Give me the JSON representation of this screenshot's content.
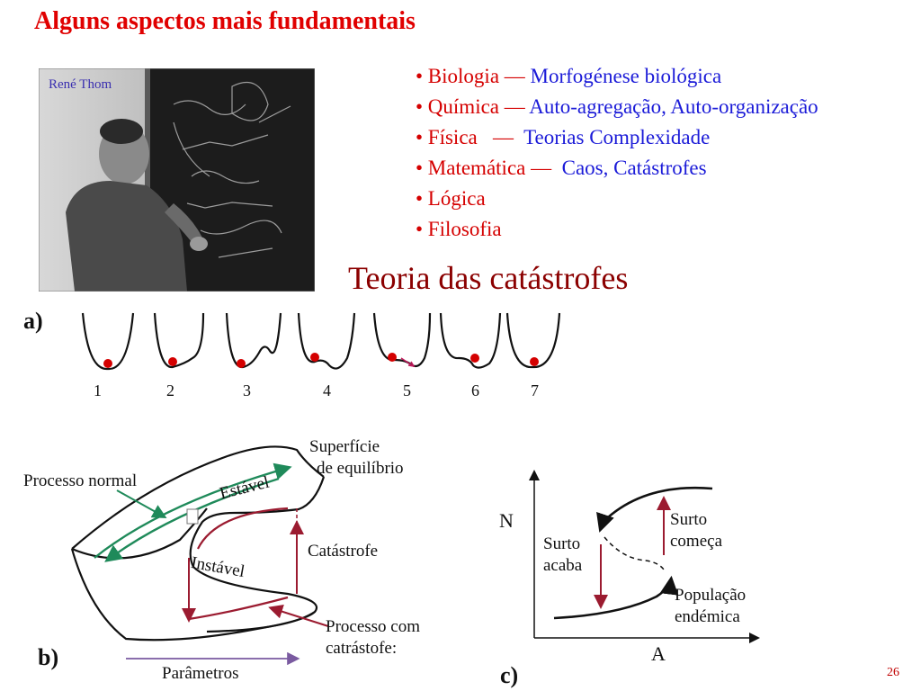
{
  "title": "Alguns aspectos mais fundamentais",
  "photo_caption": "René Thom",
  "bullets": [
    {
      "field": "• Biologia",
      "sep": " — ",
      "topic": "Morfogénese biológica"
    },
    {
      "field": "• Química",
      "sep": " — ",
      "topic": "Auto-agregação, Auto-organização"
    },
    {
      "field": "• Física",
      "sep": "   —  ",
      "topic": "Teorias Complexidade"
    },
    {
      "field": "• Matemática",
      "sep": " —  ",
      "topic": "Caos, Catástrofes"
    },
    {
      "field": "• Lógica",
      "sep": "",
      "topic": ""
    },
    {
      "field": "• Filosofia",
      "sep": "",
      "topic": ""
    }
  ],
  "subtitle": "Teoria das catástrofes",
  "panel_a": {
    "label": "a)",
    "wells": [
      "1",
      "2",
      "3",
      "4",
      "5",
      "6",
      "7"
    ]
  },
  "panel_b": {
    "label": "b)",
    "surface_label_1": "Superfície",
    "surface_label_2": "de equilíbrio",
    "normal_process": "Processo normal",
    "stable": "Estável",
    "unstable": "Instável",
    "catastrophe": "Catástrofe",
    "process_catastrophe_1": "Processo com",
    "process_catastrophe_2": "catrástofe:",
    "parameters": "Parâmetros"
  },
  "panel_c": {
    "label": "c)",
    "y_axis": "N",
    "x_axis": "A",
    "outbreak_ends_1": "Surto",
    "outbreak_ends_2": "acaba",
    "outbreak_starts_1": "Surto",
    "outbreak_starts_2": "começa",
    "endemic_1": "População",
    "endemic_2": "endémica"
  },
  "page_number": "26",
  "colors": {
    "title": "#e00000",
    "bullet_field": "#d50000",
    "bullet_topic": "#1b1bd8",
    "subtitle": "#8b0000",
    "arrow_green": "#1f8a5a",
    "arrow_maroon": "#9b1b30"
  }
}
